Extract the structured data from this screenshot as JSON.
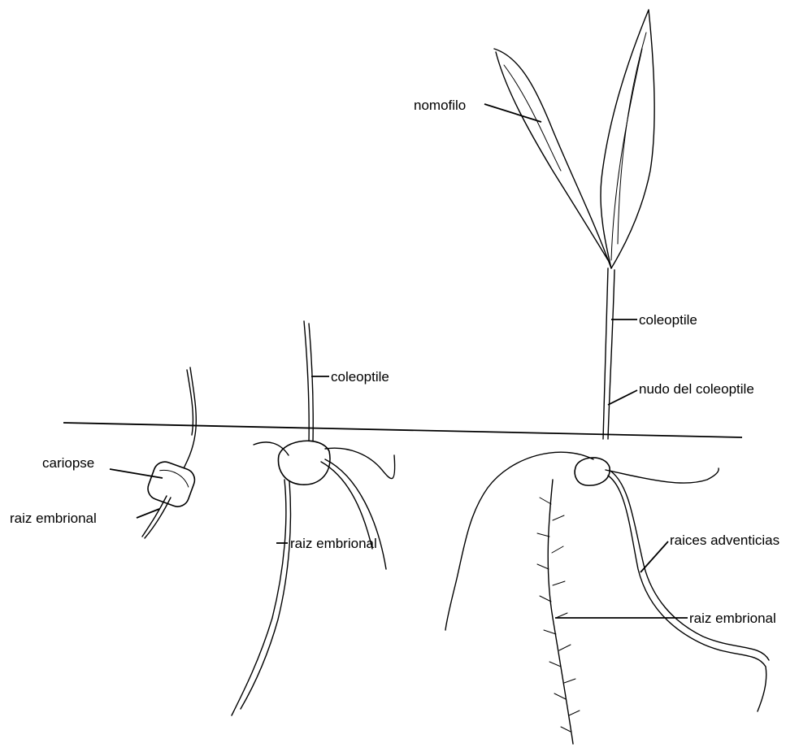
{
  "labels": {
    "cariopse": "cariopse",
    "raiz_embrional_1": "raiz embrional",
    "coleoptile_2": "coleoptile",
    "raiz_embrional_2": "raiz embrional",
    "nomofilo": "nomofilo",
    "coleoptile_3": "coleoptile",
    "nudo_coleoptile": "nudo del coleoptile",
    "raices_adventicias": "raices adventicias",
    "raiz_embrional_3": "raiz embrional"
  }
}
